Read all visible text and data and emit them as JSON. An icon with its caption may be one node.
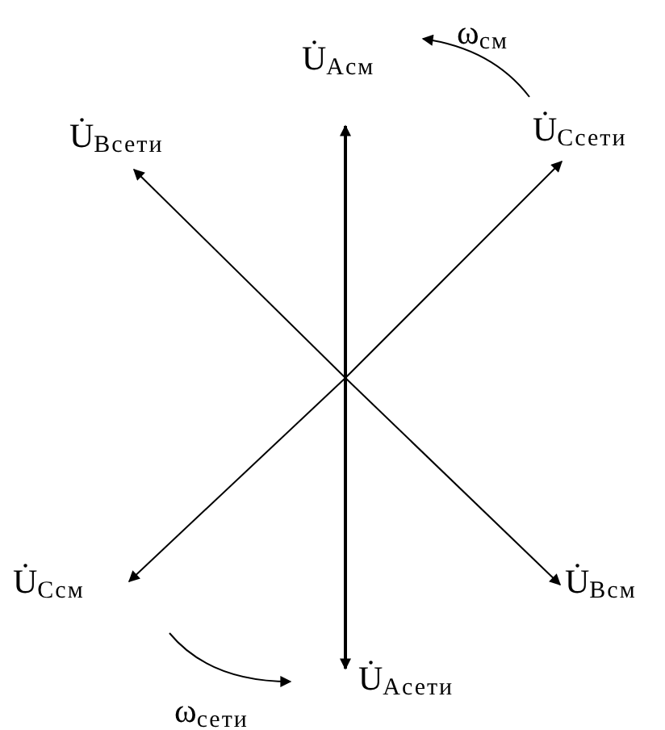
{
  "diagram": {
    "labels": [
      "ω$_{см}$",
      "U̇$_{Aсм}$",
      "U̇$_{Bсети}$",
      "U̇$_{Cсети}$",
      "U̇$_{Cсм}$",
      "U̇$_{Bсм}$",
      "U̇$_{Aсети}$",
      "ω$_{сети}$"
    ]
  }
}
